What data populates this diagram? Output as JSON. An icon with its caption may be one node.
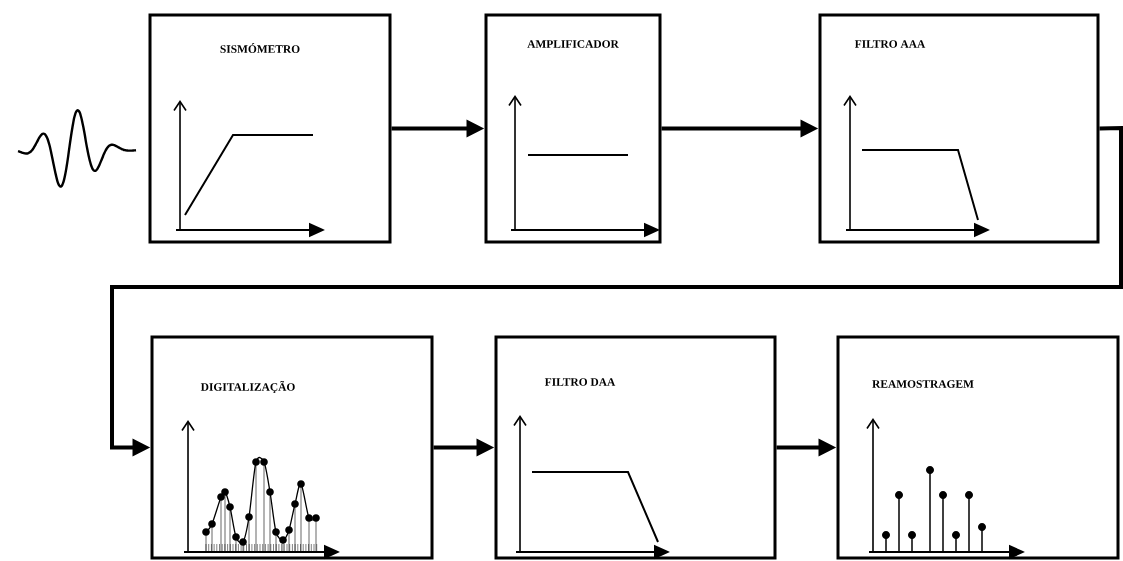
{
  "diagram": {
    "nodes": [
      {
        "text": [
          "SISMÓMETRO"
        ]
      },
      {
        "text": [
          "AMPLIFICADOR"
        ]
      },
      {
        "text": [
          "FILTRO AAA"
        ]
      },
      {
        "text": [
          "DIGITALIZAÇÃO"
        ]
      },
      {
        "text": [
          "FILTRO DAA"
        ]
      },
      {
        "text": [
          "REAMOSTRAGEM"
        ]
      }
    ],
    "edges": [
      {
        "from": 0,
        "to": 1,
        "arrow": "to"
      },
      {
        "from": 1,
        "to": 2,
        "arrow": "to"
      },
      {
        "from": 2,
        "to": 3,
        "arrow": "to"
      },
      {
        "from": 3,
        "to": 4,
        "arrow": "to"
      },
      {
        "from": 4,
        "to": 5,
        "arrow": "to"
      }
    ]
  }
}
